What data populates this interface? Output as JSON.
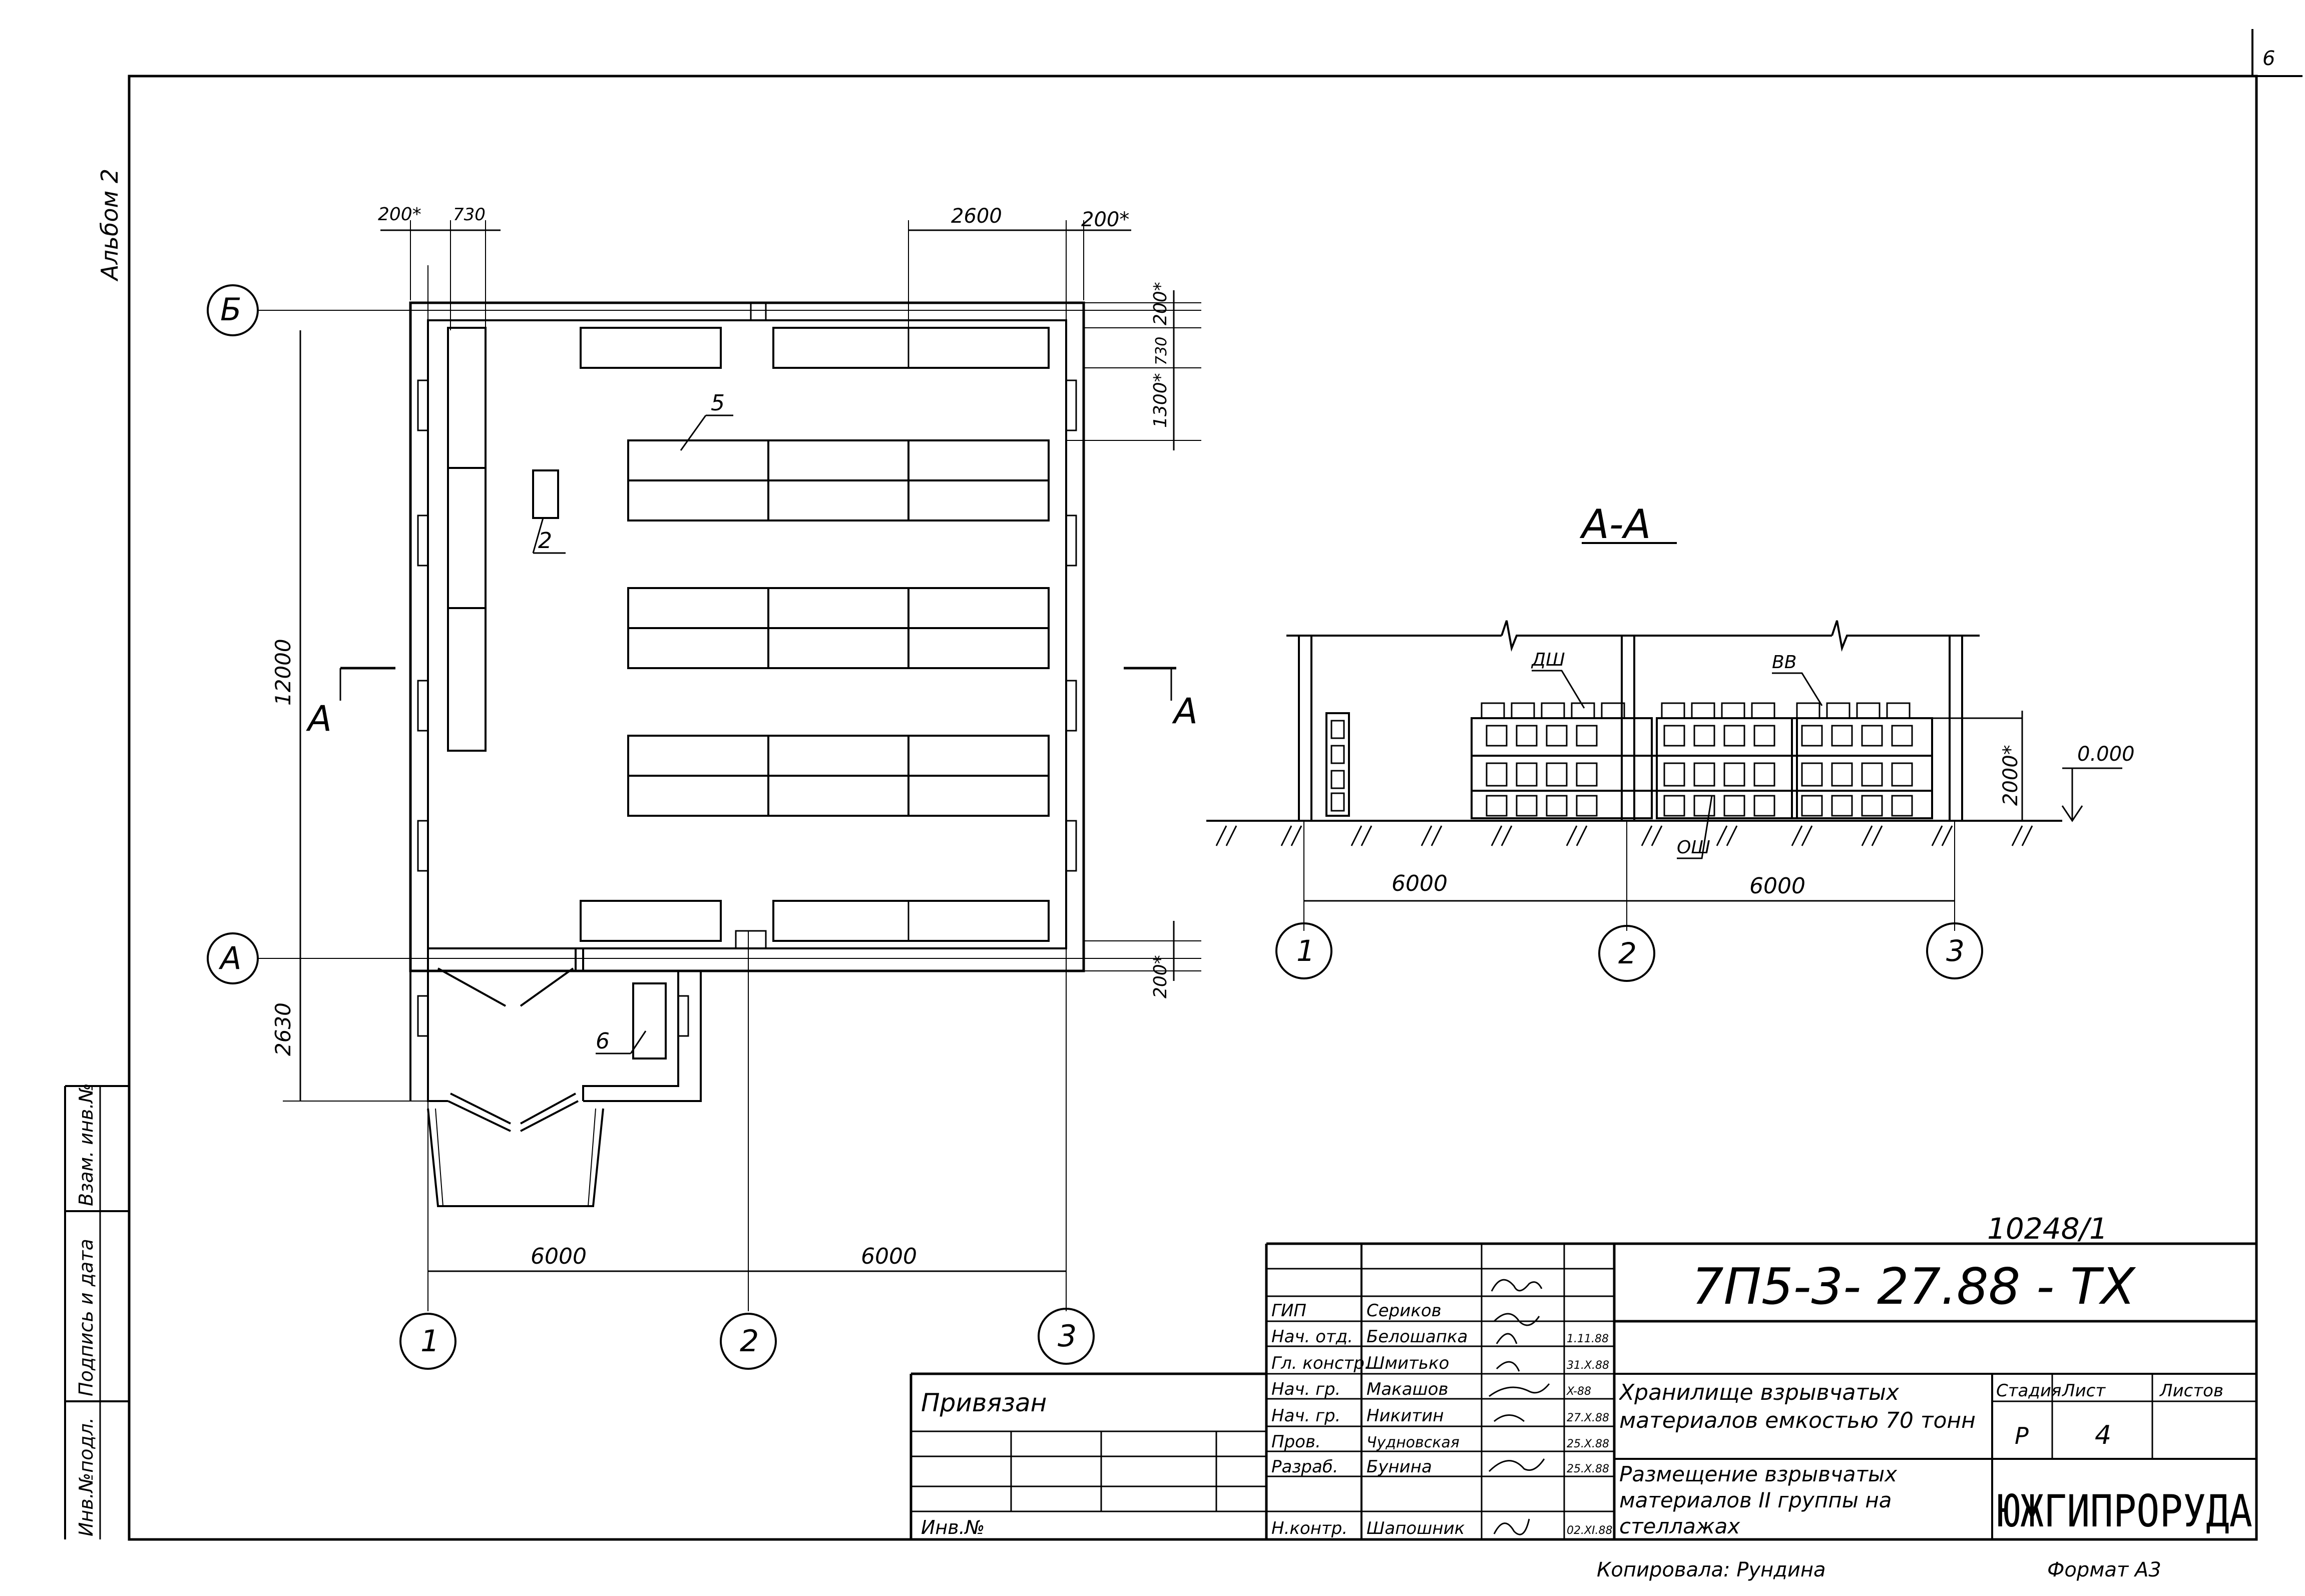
{
  "sheet_corner_number": "6",
  "album_label": "Альбом 2",
  "left_margin_labels": [
    "Инв.№подл.",
    "Подпись и дата",
    "Взам. инв.№"
  ],
  "plan": {
    "axes_rows": [
      "Б",
      "А"
    ],
    "axes_cols": [
      "1",
      "2",
      "3"
    ],
    "dims": {
      "top_left_1": "200*",
      "top_left_2": "730",
      "top_right_1": "2600",
      "top_right_2": "200*",
      "right_1": "200*",
      "right_2": "730",
      "right_3": "1300*",
      "right_bottom": "200*",
      "left_main": "12000",
      "left_vestibule": "2630",
      "bottom_1": "6000",
      "bottom_2": "6000"
    },
    "callouts": [
      "5",
      "2",
      "6"
    ],
    "section_marks": [
      "А",
      "А"
    ]
  },
  "section": {
    "title": "А-А",
    "labels": [
      "ДШ",
      "ВВ",
      "ОШ"
    ],
    "height_dim": "2000*",
    "level_mark": "0.000",
    "dims": [
      "6000",
      "6000"
    ],
    "axes": [
      "1",
      "2",
      "3"
    ]
  },
  "title_block": {
    "inventory_stamp": "10248/1",
    "code": "7П5-3- 27.88 - ТХ",
    "project_title": "Хранилище взрывчатых материалов емкостью 70 тонн",
    "sheet_title": "Размещение взрывчатых материалов II группы на стеллажах",
    "stage_header": "Стадия",
    "sheet_header": "Лист",
    "sheets_header": "Листов",
    "stage": "Р",
    "sheet": "4",
    "organization": "ЮЖГИПРОРУДА",
    "binding_label": "Привязан",
    "inv_label": "Инв.№",
    "signatures": [
      {
        "role": "ГИП",
        "name": "Сериков",
        "date": ""
      },
      {
        "role": "Нач. отд.",
        "name": "Белошапка",
        "date": "1.11.88"
      },
      {
        "role": "Гл. констр.",
        "name": "Шмитько",
        "date": "31.X.88"
      },
      {
        "role": "Нач. гр.",
        "name": "Макашов",
        "date": "X-88"
      },
      {
        "role": "Нач. гр.",
        "name": "Никитин",
        "date": "27.X.88"
      },
      {
        "role": "Пров.",
        "name": "Чудновская",
        "date": "25.X.88"
      },
      {
        "role": "Разраб.",
        "name": "Бунина",
        "date": "25.X.88"
      },
      {
        "role": "Н.контр.",
        "name": "Шапошник",
        "date": "02.XI.88"
      }
    ]
  },
  "footer": {
    "copied_by": "Копировала: Рундина",
    "format": "Формат А3"
  }
}
